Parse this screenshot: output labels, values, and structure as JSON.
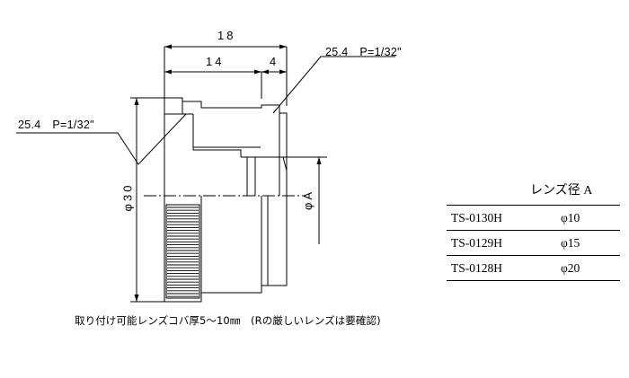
{
  "dimensions": {
    "overall_length": "18",
    "body_length": "14",
    "flange_length": "4",
    "outer_diameter": "φ30",
    "inner_diameter": "φA"
  },
  "thread_labels": {
    "right": "25.4　P=1/32\"",
    "left": "25.4　P=1/32\""
  },
  "table": {
    "header": "レンズ径 A",
    "rows": [
      {
        "model": "TS-0130H",
        "diameter": "φ10"
      },
      {
        "model": "TS-0129H",
        "diameter": "φ15"
      },
      {
        "model": "TS-0128H",
        "diameter": "φ20"
      }
    ]
  },
  "note": "取り付け可能レンズコバ厚5～10㎜　(Rの厳しいレンズは要確認)"
}
